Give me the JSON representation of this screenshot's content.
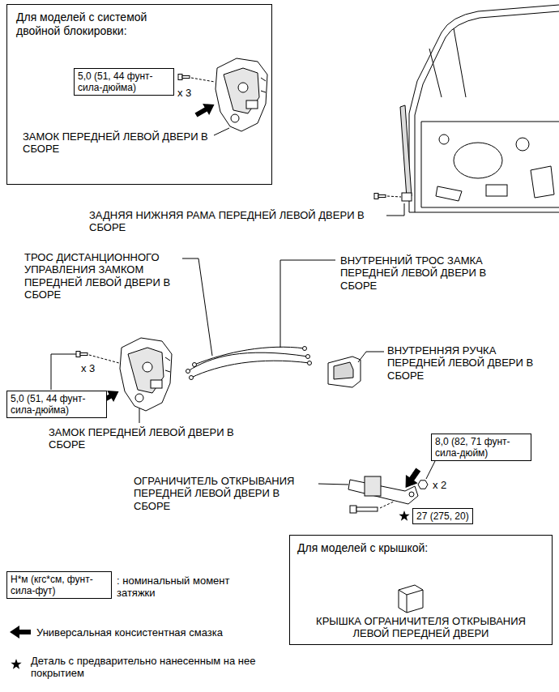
{
  "diagram": {
    "nodes": [
      {
        "text": [
          "Для моделей с системой двойной блокировки:",
          "x 3",
          "ЗАМОК ПЕРЕДНЕЙ ЛЕВОЙ ДВЕРИ В СБОРЕ"
        ]
      },
      {
        "text": [
          "5,0 (51, 44 фунт-сила-дюйма)"
        ],
        "in": 0
      },
      {
        "text": [
          "5,0 (51, 44 фунт-сила-дюйма)"
        ]
      },
      {
        "text": [
          "8,0 (82, 71 фунт-сила-дюйм)"
        ]
      },
      {
        "text": [
          "27 (275, 20)"
        ]
      },
      {
        "text": [
          "Для моделей с крышкой:",
          "КРЫШКА ОГРАНИЧИТЕЛЯ ОТКРЫВАНИЯ ЛЕВОЙ ПЕРЕДНЕЙ ДВЕРИ"
        ]
      },
      {
        "text": [
          "Н*м (кгс*см, фунт-сила-фут)"
        ]
      }
    ],
    "labels": [
      "ЗАДНЯЯ НИЖНЯЯ РАМА ПЕРЕДНЕЙ ЛЕВОЙ ДВЕРИ В СБОРЕ",
      "ТРОС ДИСТАНЦИОННОГО УПРАВЛЕНИЯ ЗАМКОМ ПЕРЕДНЕЙ ЛЕВОЙ ДВЕРИ В СБОРЕ",
      "ВНУТРЕННИЙ ТРОС ЗАМКА ПЕРЕДНЕЙ ЛЕВОЙ ДВЕРИ В СБОРЕ",
      "ВНУТРЕННЯЯ РУЧКА ПЕРЕДНЕЙ ЛЕВОЙ ДВЕРИ В СБОРЕ",
      "x 3",
      "ЗАМОК ПЕРЕДНЕЙ ЛЕВОЙ ДВЕРИ В СБОРЕ",
      "x 2",
      "ОГРАНИЧИТЕЛЬ ОТКРЫВАНИЯ ПЕРЕДНЕЙ ЛЕВОЙ ДВЕРИ В СБОРЕ"
    ],
    "legend": [
      {
        "text": ": номинальный момент затяжки"
      },
      {
        "text": "Универсальная консистентная смазка"
      },
      {
        "text": "Деталь с предварительно нанесенным на нее покрытием"
      }
    ]
  }
}
